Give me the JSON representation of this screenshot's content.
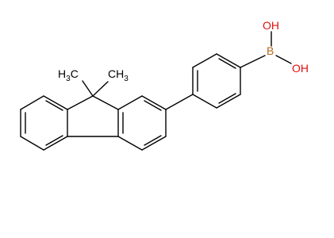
{
  "molecule": {
    "atoms": {
      "boron": "B",
      "hydroxyl_top": "OH",
      "hydroxyl_bottom": "OH",
      "methyl_left_main": "H",
      "methyl_left_sub": "3",
      "methyl_left_tail": "C",
      "methyl_right": "CH",
      "methyl_right_sub": "3"
    },
    "colors": {
      "bond": "#000000",
      "boron": "#b5651d",
      "oxygen": "#e01010",
      "carbon": "#000000"
    }
  }
}
